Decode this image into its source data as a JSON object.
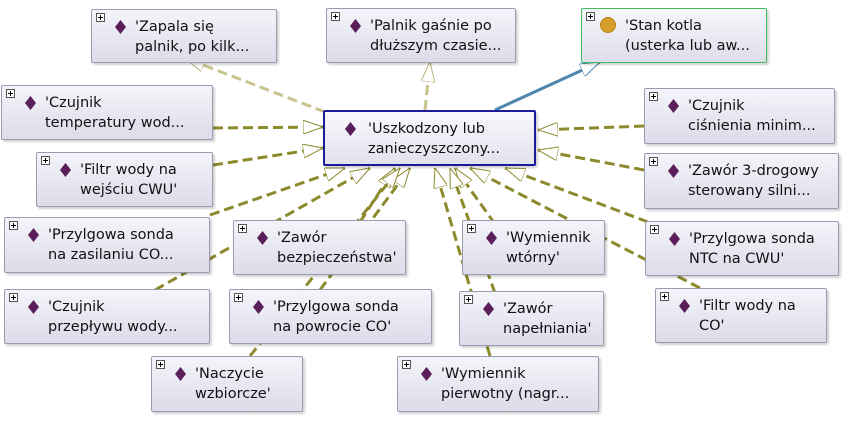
{
  "center": {
    "label": "'Uszkodzony lub\nzanieczyszczony..."
  },
  "status": {
    "label": "'Stan kotla\n(usterka lub aw..."
  },
  "nodes": [
    {
      "id": "n-zapala",
      "label": "'Zapala się\npalnik, po kilk..."
    },
    {
      "id": "n-palnik",
      "label": "'Palnik gaśnie po\ndłuższym czasie..."
    },
    {
      "id": "n-czujnik-temp",
      "label": "'Czujnik\ntemperatury wod..."
    },
    {
      "id": "n-czujnik-cisn",
      "label": "'Czujnik\nciśnienia minim..."
    },
    {
      "id": "n-filtr-cwu",
      "label": "'Filtr wody na\nwejściu CWU'"
    },
    {
      "id": "n-zawor-3",
      "label": "'Zawór 3-drogowy\nsterowany silni..."
    },
    {
      "id": "n-sonda-zas",
      "label": "'Przylgowa sonda\nna zasilaniu CO..."
    },
    {
      "id": "n-zawor-bezp",
      "label": "'Zawór\nbezpieczeństwa'"
    },
    {
      "id": "n-wymiennik-wt",
      "label": "'Wymiennik\nwtórny'"
    },
    {
      "id": "n-sonda-ntc",
      "label": "'Przylgowa sonda\nNTC na CWU'"
    },
    {
      "id": "n-czujnik-przep",
      "label": "'Czujnik\nprzepływu wody..."
    },
    {
      "id": "n-sonda-pow",
      "label": "'Przylgowa sonda\nna powrocie CO'"
    },
    {
      "id": "n-zawor-nap",
      "label": "'Zawór\nnapełniania'"
    },
    {
      "id": "n-filtr-co",
      "label": "'Filtr wody na\nCO'"
    },
    {
      "id": "n-naczynie",
      "label": "'Naczycie\nwzbiorcze'"
    },
    {
      "id": "n-wymiennik-pierw",
      "label": "'Wymiennik\npierwotny (nagr..."
    }
  ],
  "icons": {
    "node_icon": "diamond-icon",
    "status_icon": "circle-icon",
    "expand_icon": "plus-square-icon"
  },
  "colors": {
    "edge_part": "#8c8a2c",
    "edge_light": "#c9c48e",
    "edge_status": "#4f86b0",
    "diamond": "#5a1f5a",
    "status_circle": "#d4a02a"
  }
}
